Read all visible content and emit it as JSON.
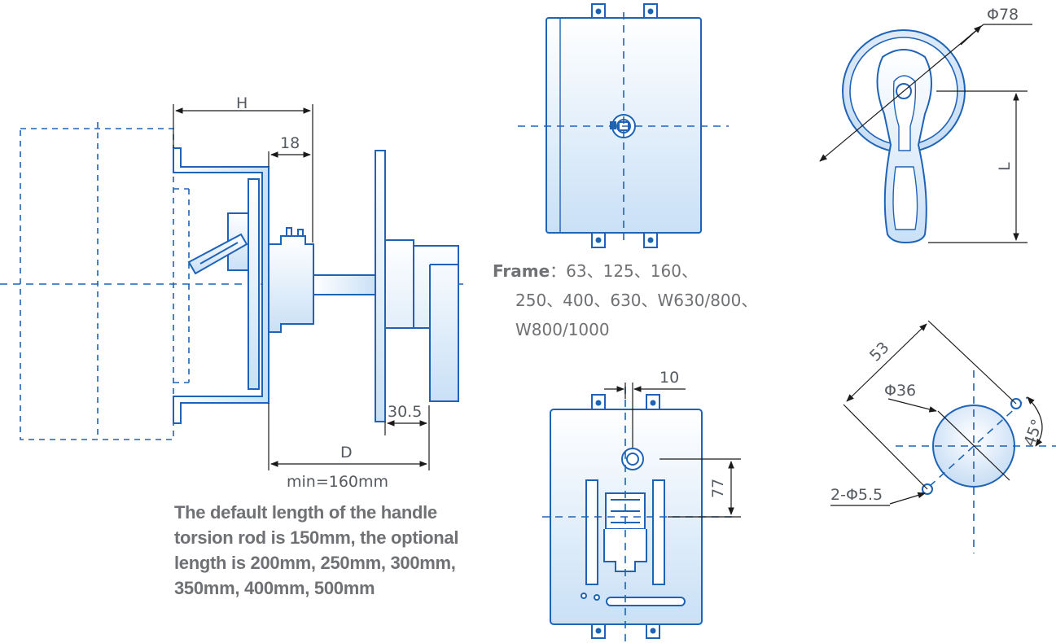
{
  "dimensions": {
    "H": "H",
    "d18": "18",
    "d30_5": "30.5",
    "D": "D",
    "min": "min=160mm",
    "phi78": "Φ78",
    "L": "L",
    "d10": "10",
    "d77": "77",
    "d53": "53",
    "phi36": "Φ36",
    "deg45": "45°",
    "holes": "2-Φ5.5"
  },
  "frame": {
    "label": "Frame",
    "line1": "：63、125、160、",
    "line2": "250、400、630、W630/800、",
    "line3": "W800/1000"
  },
  "note": {
    "line1": "The default length of the handle",
    "line2": "torsion rod is 150mm, the optional",
    "line3": "length is 200mm, 250mm, 300mm,",
    "line4": "350mm, 400mm, 500mm"
  },
  "colors": {
    "line": "#1e63b8",
    "fill_light": "#ffffff",
    "fill_dark": "#cde3f7",
    "text": "#6f7174"
  }
}
